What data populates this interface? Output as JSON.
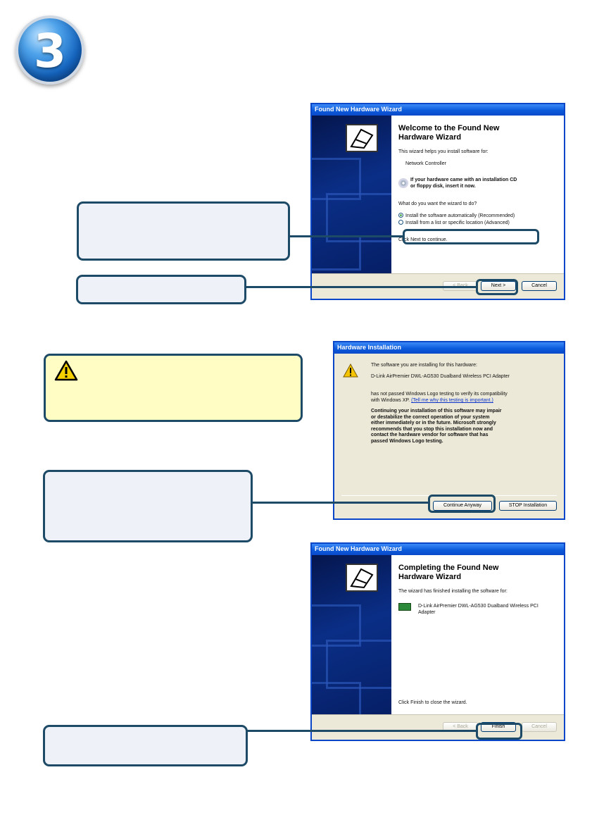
{
  "step": {
    "number": "3"
  },
  "dialog1": {
    "title": "Found New Hardware Wizard",
    "heading_line1": "Welcome to the Found New",
    "heading_line2": "Hardware Wizard",
    "intro": "This wizard helps you install software for:",
    "device": "Network Controller",
    "cd_prompt_line1": "If your hardware came with an installation CD",
    "cd_prompt_line2": "or floppy disk, insert it now.",
    "question": "What do you want the wizard to do?",
    "option_auto": "Install the software automatically (Recommended)",
    "option_manual": "Install from a list or specific location (Advanced)",
    "continue_hint": "Click Next to continue.",
    "back_label": "< Back",
    "next_label": "Next >",
    "cancel_label": "Cancel"
  },
  "dialog2": {
    "title": "Hardware Installation",
    "line1": "The software you are installing for this hardware:",
    "device": "D-Link AirPremier DWL-AG530 Dualband Wireless PCI Adapter",
    "line3a": "has not passed Windows Logo testing to verify its compatibility",
    "line3b": "with Windows XP.",
    "link": "(Tell me why this testing is important.)",
    "bold1": "Continuing your installation of this software may impair",
    "bold2": "or destabilize the correct operation of your system",
    "bold3": "either immediately or in the future. Microsoft strongly",
    "bold4": "recommends that you stop this installation now and",
    "bold5": "contact the hardware vendor for software that has",
    "bold6": "passed Windows Logo testing.",
    "continue_label": "Continue Anyway",
    "stop_label": "STOP Installation"
  },
  "dialog3": {
    "title": "Found New Hardware Wizard",
    "heading_line1": "Completing the Found New",
    "heading_line2": "Hardware Wizard",
    "intro": "The wizard has finished installing the software for:",
    "device_line1": "D-Link AirPremier DWL-AG530 Dualband Wireless PCI",
    "device_line2": "Adapter",
    "finish_hint": "Click Finish to close the wizard.",
    "back_label": "< Back",
    "finish_label": "Finish",
    "cancel_label": "Cancel"
  },
  "colors": {
    "accent_line": "#1d4a66",
    "callout_fill": "#eef1f8",
    "warning_fill": "#fffdc4"
  },
  "icons": {
    "badge": "step-number-badge",
    "warning": "warning-triangle-icon"
  }
}
